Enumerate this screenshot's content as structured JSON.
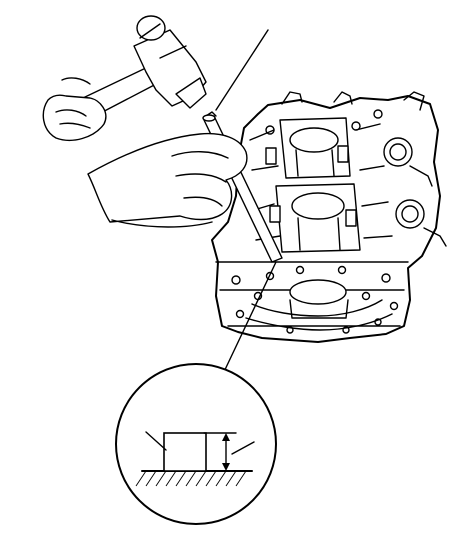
{
  "figure": {
    "background": "#ffffff",
    "line_color": "#000000",
    "parts": [
      "hammer",
      "hands",
      "pin-punch",
      "cylinder-block",
      "detail-callout",
      "dowel-pin",
      "height-arrow",
      "base-surface"
    ]
  }
}
